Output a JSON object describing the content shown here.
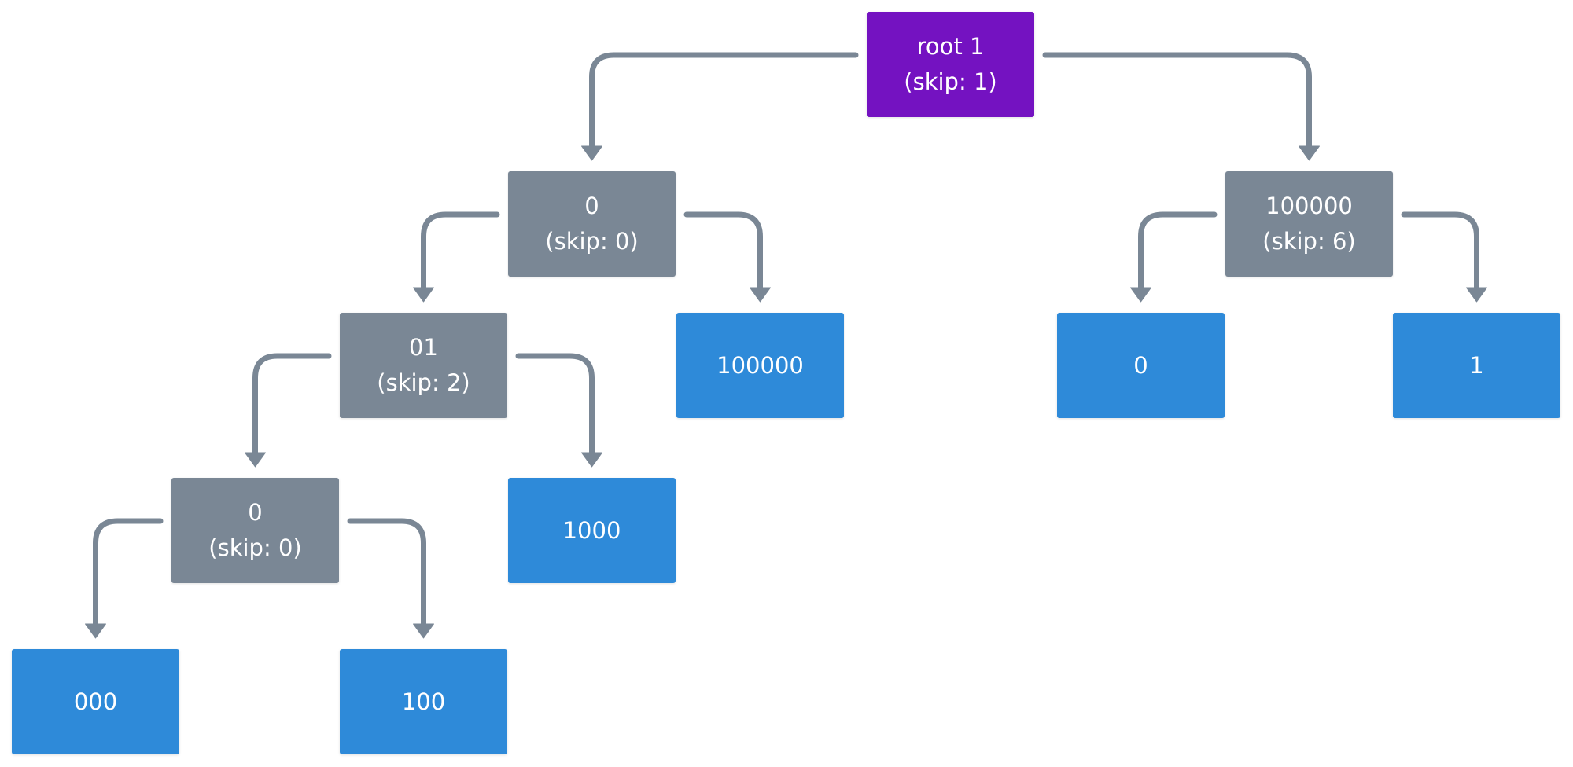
{
  "colors": {
    "root": "#7412c1",
    "internal": "#7a8795",
    "leaf": "#2e8ad9",
    "edge": "#7a8795"
  },
  "nodes": [
    {
      "id": "root",
      "kind": "root",
      "lines": [
        "root 1",
        "(skip: 1)"
      ]
    },
    {
      "id": "n0",
      "kind": "internal",
      "lines": [
        "0",
        "(skip: 0)"
      ]
    },
    {
      "id": "n100000",
      "kind": "internal",
      "lines": [
        "100000",
        "(skip: 6)"
      ]
    },
    {
      "id": "n01",
      "kind": "internal",
      "lines": [
        "01",
        "(skip: 2)"
      ]
    },
    {
      "id": "leaf100000",
      "kind": "leaf",
      "lines": [
        "100000"
      ]
    },
    {
      "id": "leafR0",
      "kind": "leaf",
      "lines": [
        "0"
      ]
    },
    {
      "id": "leafR1",
      "kind": "leaf",
      "lines": [
        "1"
      ]
    },
    {
      "id": "n0b",
      "kind": "internal",
      "lines": [
        "0",
        "(skip: 0)"
      ]
    },
    {
      "id": "leaf1000",
      "kind": "leaf",
      "lines": [
        "1000"
      ]
    },
    {
      "id": "leaf000",
      "kind": "leaf",
      "lines": [
        "000"
      ]
    },
    {
      "id": "leaf100",
      "kind": "leaf",
      "lines": [
        "100"
      ]
    }
  ],
  "edges": [
    {
      "from": "root",
      "to": "n0"
    },
    {
      "from": "root",
      "to": "n100000"
    },
    {
      "from": "n0",
      "to": "n01"
    },
    {
      "from": "n0",
      "to": "leaf100000"
    },
    {
      "from": "n100000",
      "to": "leafR0"
    },
    {
      "from": "n100000",
      "to": "leafR1"
    },
    {
      "from": "n01",
      "to": "n0b"
    },
    {
      "from": "n01",
      "to": "leaf1000"
    },
    {
      "from": "n0b",
      "to": "leaf000"
    },
    {
      "from": "n0b",
      "to": "leaf100"
    }
  ]
}
